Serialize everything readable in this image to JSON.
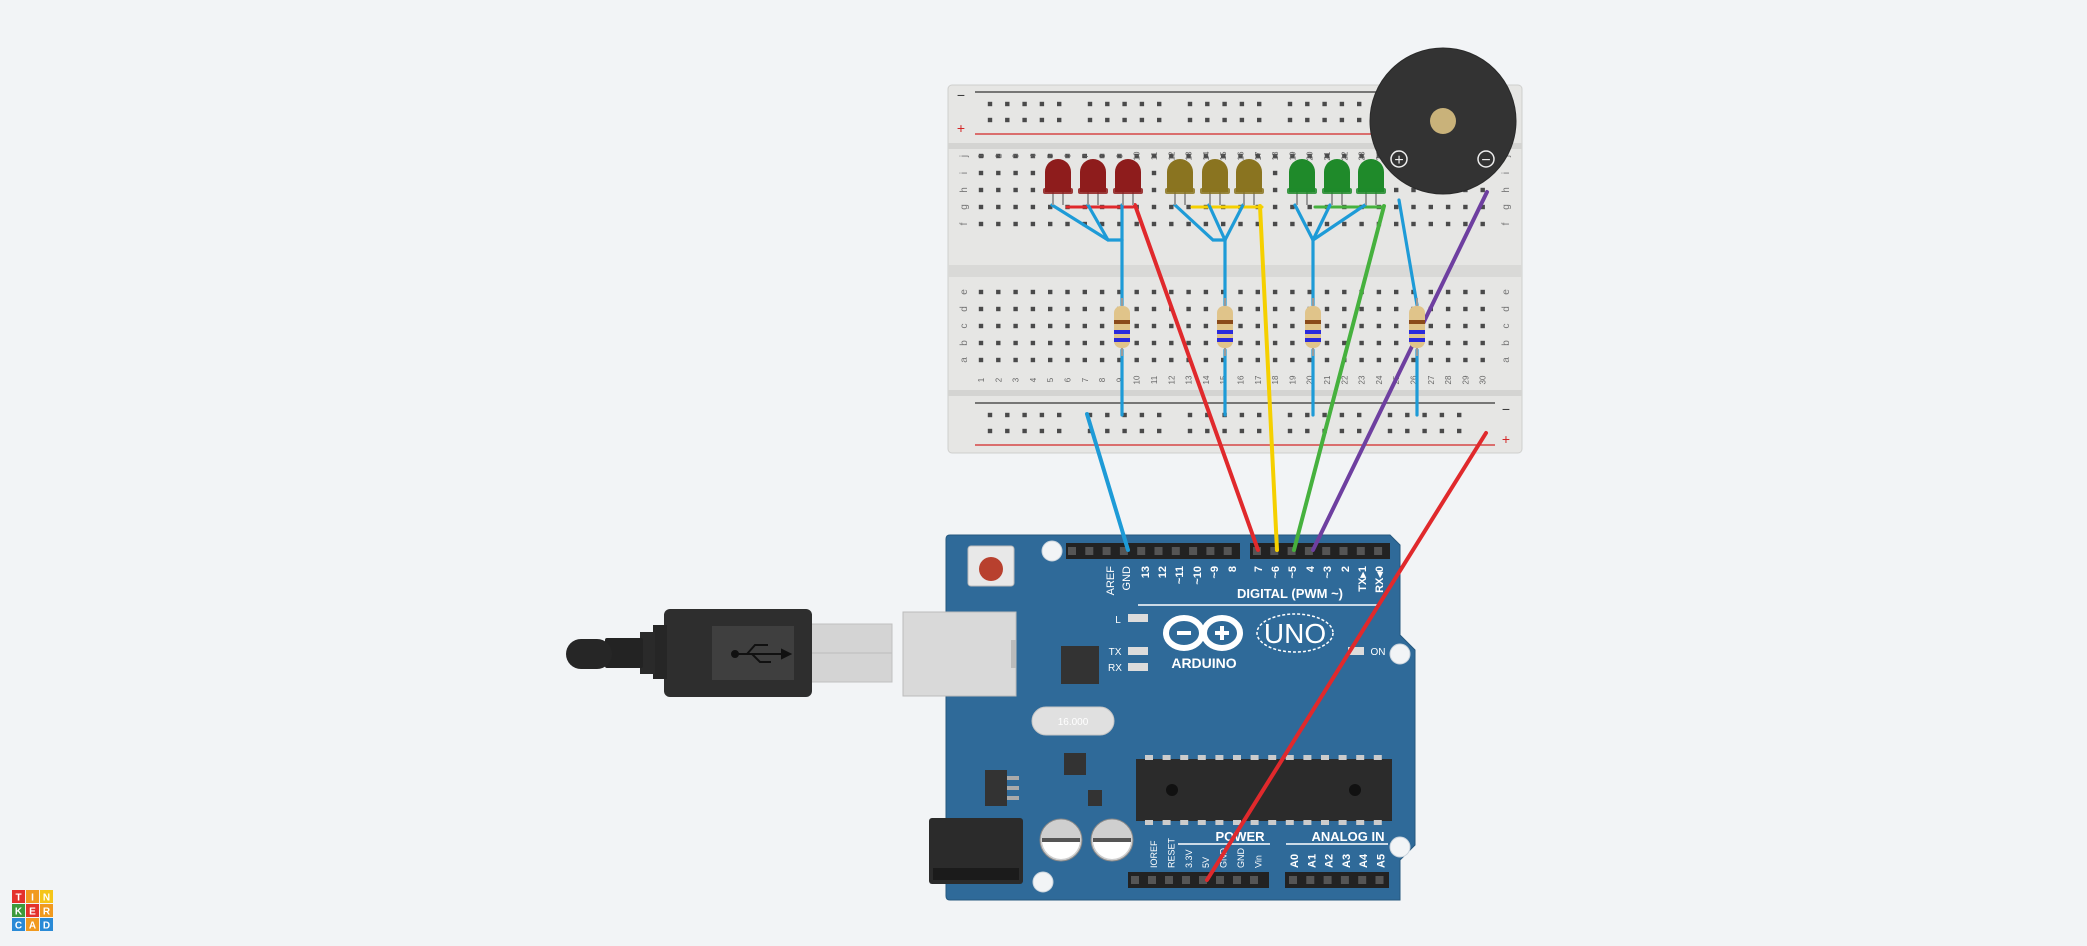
{
  "colors": {
    "background": "#f2f4f6",
    "board": "#2f6a99",
    "breadboard": "#e8e8e6",
    "wire_blue": "#1e9bd7",
    "wire_red": "#e0292c",
    "wire_yellow": "#f5d000",
    "wire_green": "#46b13e",
    "wire_purple": "#6e3fa0",
    "led_red": "#8e1c1c",
    "led_yellow": "#8a7420",
    "led_green": "#1f8a2a",
    "buzzer": "#333333"
  },
  "breadboard": {
    "rail_minus": "−",
    "rail_plus": "+",
    "rows_top": [
      "j",
      "i",
      "h",
      "g",
      "f"
    ],
    "rows_bottom": [
      "e",
      "d",
      "c",
      "b",
      "a"
    ],
    "column_numbers": [
      "1",
      "2",
      "3",
      "4",
      "5",
      "6",
      "7",
      "8",
      "9",
      "10",
      "11",
      "12",
      "13",
      "14",
      "15",
      "16",
      "17",
      "18",
      "19",
      "20",
      "21",
      "22",
      "23",
      "24",
      "25",
      "26",
      "27",
      "28",
      "29",
      "30"
    ]
  },
  "buzzer": {
    "plus": "+",
    "minus": "−",
    "icon": "piezo-buzzer-icon"
  },
  "arduino": {
    "logo_text": "ARDUINO",
    "model": "UNO",
    "on_label": "ON",
    "l_label": "L",
    "tx_label": "TX",
    "rx_label": "RX",
    "crystal_label": "16.000",
    "digital_title": "DIGITAL (PWM ~)",
    "digital_pins": [
      "AREF",
      "GND",
      "13",
      "12",
      "~11",
      "~10",
      "~9",
      "8",
      "7",
      "~6",
      "~5",
      "4",
      "~3",
      "2",
      "TX▸1",
      "RX◂0"
    ],
    "power_title": "POWER",
    "power_pins": [
      "IOREF",
      "RESET",
      "3.3V",
      "5V",
      "GND",
      "GND",
      "Vin"
    ],
    "analog_title": "ANALOG IN",
    "analog_pins": [
      "A0",
      "A1",
      "A2",
      "A3",
      "A4",
      "A5"
    ]
  },
  "brand": {
    "row1": [
      "T",
      "I",
      "N"
    ],
    "row2": [
      "K",
      "E",
      "R"
    ],
    "row3": [
      "C",
      "A",
      "D"
    ]
  }
}
